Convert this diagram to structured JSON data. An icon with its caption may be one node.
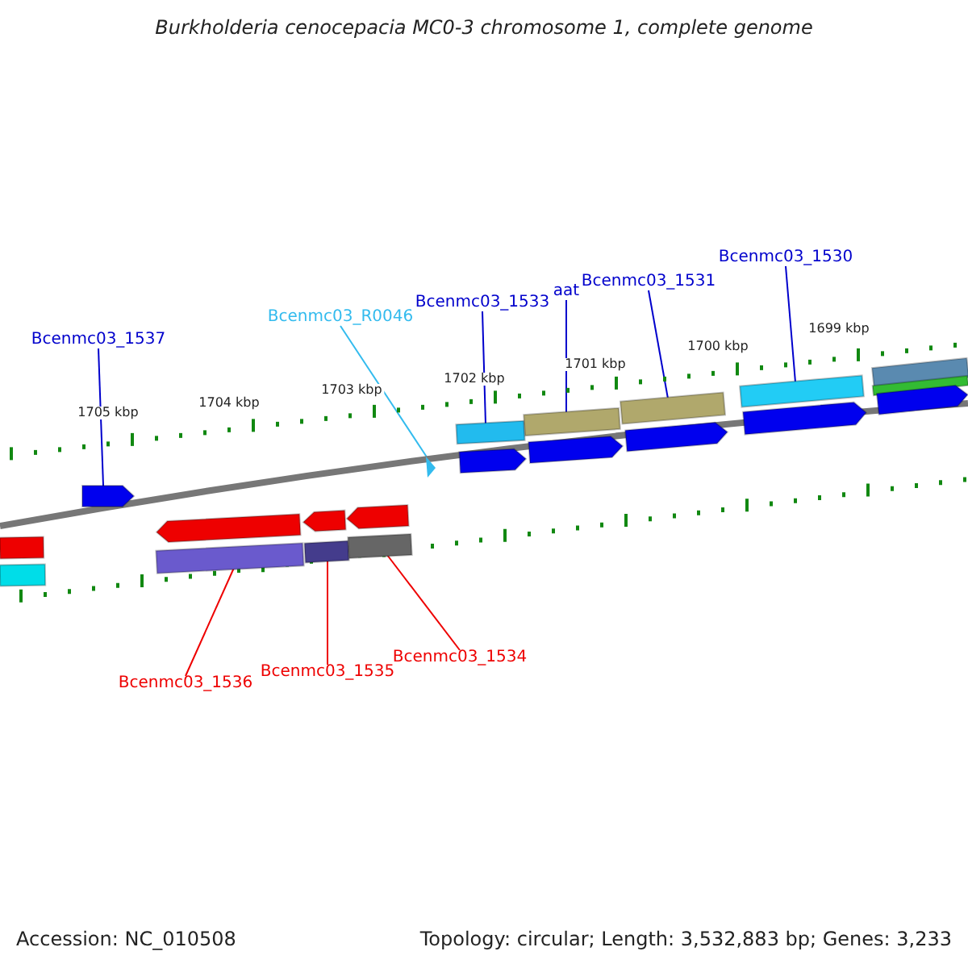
{
  "diagram": {
    "title": "Burkholderia cenocepacia MC0-3 chromosome 1, complete genome",
    "nodes": [
      {
        "text": [
          "Bcenmc03_1530"
        ]
      },
      {
        "text": [
          "Bcenmc03_1531"
        ]
      },
      {
        "text": [
          "aat"
        ]
      },
      {
        "text": [
          "Bcenmc03_1533"
        ]
      },
      {
        "text": [
          "Bcenmc03_R0046"
        ]
      },
      {
        "text": [
          "Bcenmc03_1537"
        ]
      },
      {
        "text": [
          "Bcenmc03_1534"
        ]
      },
      {
        "text": [
          "Bcenmc03_1535"
        ]
      },
      {
        "text": [
          "Bcenmc03_1536"
        ]
      },
      {
        "text": [],
        "shape": "bar"
      },
      {
        "text": [],
        "shape": "bar"
      },
      {
        "text": [],
        "shape": "bar"
      },
      {
        "text": [],
        "shape": "bar"
      },
      {
        "text": [],
        "shape": "triangle"
      },
      {
        "text": [],
        "shape": "arrow"
      },
      {
        "text": [],
        "shape": "bar"
      },
      {
        "text": [],
        "shape": "bar"
      },
      {
        "text": [],
        "shape": "bar"
      },
      {
        "text": [],
        "shape": "arrow"
      },
      {
        "text": [],
        "shape": "arrow"
      }
    ],
    "edges": [
      {
        "from": 0,
        "to": 9,
        "arrow": "none"
      },
      {
        "from": 1,
        "to": 10,
        "arrow": "none"
      },
      {
        "from": 2,
        "to": 11,
        "arrow": "none"
      },
      {
        "from": 3,
        "to": 12,
        "arrow": "none"
      },
      {
        "from": 4,
        "to": 13,
        "arrow": "none",
        "color": "#33bbee"
      },
      {
        "from": 5,
        "to": 14,
        "arrow": "none"
      },
      {
        "from": 6,
        "to": 15,
        "arrow": "none",
        "color": "#ee0000"
      },
      {
        "from": 7,
        "to": 16,
        "arrow": "none",
        "color": "#ee0000"
      },
      {
        "from": 8,
        "to": 17,
        "arrow": "none",
        "color": "#ee0000"
      }
    ],
    "labels": [
      "1699 kbp",
      "1700 kbp",
      "1701 kbp",
      "1702 kbp",
      "1703 kbp",
      "1704 kbp",
      "1705 kbp",
      "Accession: NC_010508",
      "Topology: circular; Length: 3,532,883 bp; Genes: 3,233"
    ]
  }
}
